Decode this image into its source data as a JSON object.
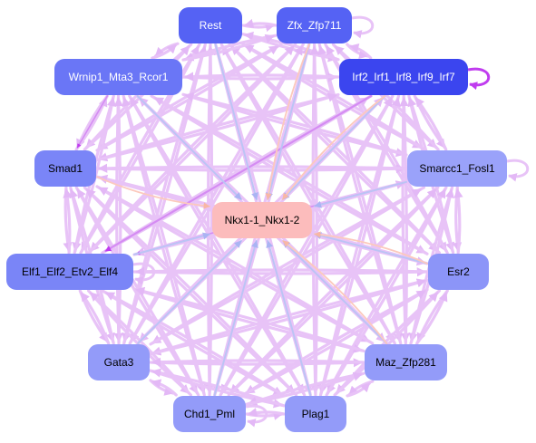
{
  "graph": {
    "center_node": "Nkx1-1_Nkx1-2",
    "nodes": [
      {
        "id": "rest",
        "label": "Rest",
        "fill": "#5562f4",
        "text": "#ffffff"
      },
      {
        "id": "zfx",
        "label": "Zfx_Zfp711",
        "fill": "#5562f4",
        "text": "#ffffff"
      },
      {
        "id": "wrnip1",
        "label": "Wrnip1_Mta3_Rcor1",
        "fill": "#6a76f6",
        "text": "#ffffff"
      },
      {
        "id": "irf",
        "label": "Irf2_Irf1_Irf8_Irf9_Irf7",
        "fill": "#3b45ef",
        "text": "#ffffff"
      },
      {
        "id": "smad1",
        "label": "Smad1",
        "fill": "#7a85f7",
        "text": "#000000"
      },
      {
        "id": "smarcc1",
        "label": "Smarcc1_Fosl1",
        "fill": "#9aa2fa",
        "text": "#000000"
      },
      {
        "id": "nkx1",
        "label": "Nkx1-1_Nkx1-2",
        "fill": "#fcbcbc",
        "text": "#000000"
      },
      {
        "id": "elf",
        "label": "Elf1_Elf2_Etv2_Elf4",
        "fill": "#7a85f7",
        "text": "#000000"
      },
      {
        "id": "esr2",
        "label": "Esr2",
        "fill": "#8c95f8",
        "text": "#000000"
      },
      {
        "id": "gata3",
        "label": "Gata3",
        "fill": "#939bf9",
        "text": "#000000"
      },
      {
        "id": "maz",
        "label": "Maz_Zfp281",
        "fill": "#939bf9",
        "text": "#000000"
      },
      {
        "id": "chd1",
        "label": "Chd1_Pml",
        "fill": "#939bf9",
        "text": "#000000"
      },
      {
        "id": "plag1",
        "label": "Plag1",
        "fill": "#939bf9",
        "text": "#000000"
      }
    ],
    "edge_colors": {
      "mesh": "#e8c3f7",
      "strong": "#d58cf3",
      "to_center_blue": "#bcc4f5",
      "to_center_peach": "#fcc9bd",
      "irf_self": "#c03cef"
    },
    "self_loops": [
      "zfx",
      "irf",
      "smarcc1",
      "chd1",
      "elf"
    ]
  }
}
